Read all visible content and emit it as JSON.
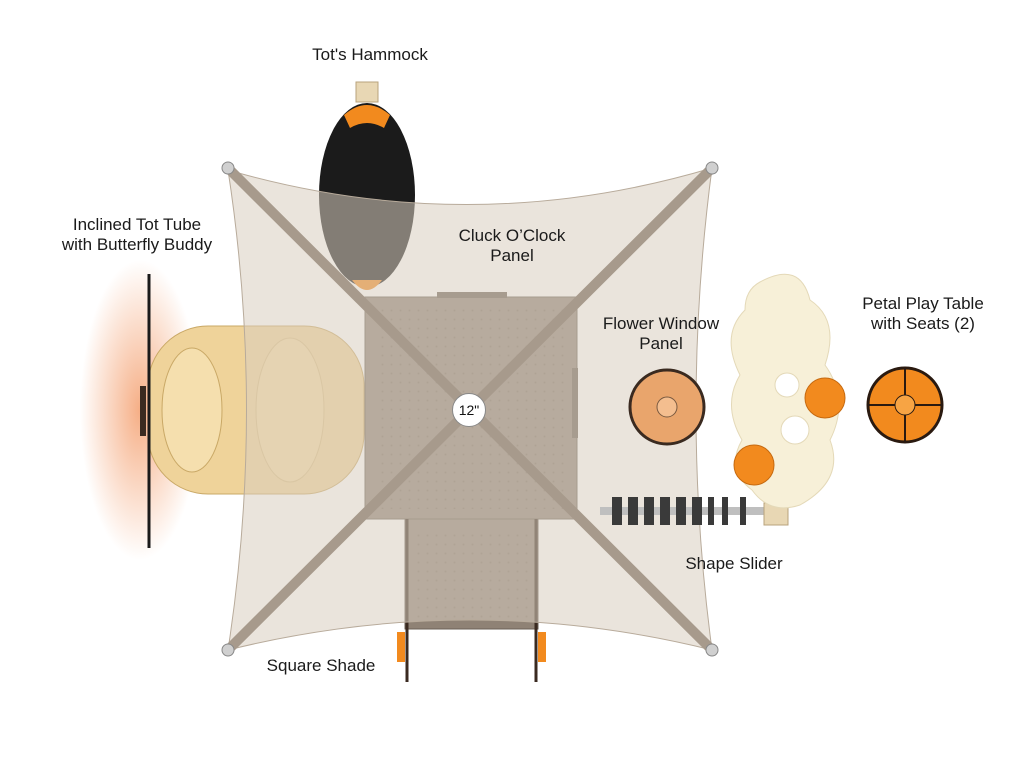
{
  "labels": {
    "hammock": "Tot's Hammock",
    "tube_line1": "Inclined Tot Tube",
    "tube_line2": "with Butterfly Buddy",
    "cluck_line1": "Cluck O’Clock",
    "cluck_line2": "Panel",
    "flower_line1": "Flower Window",
    "flower_line2": "Panel",
    "petal_line1": "Petal Play Table",
    "petal_line2": "with Seats (2)",
    "slider": "Shape Slider",
    "shade": "Square Shade"
  },
  "size_badge": "12\"",
  "colors": {
    "shade": "#d8cdbf",
    "deck": "#8f8275",
    "post": "#a79a8c",
    "orange": "#f28a1e",
    "tube": "#efd39a",
    "hammock": "#1b1b1b",
    "cream": "#f7f0d8",
    "panel": "#e9a56c"
  }
}
